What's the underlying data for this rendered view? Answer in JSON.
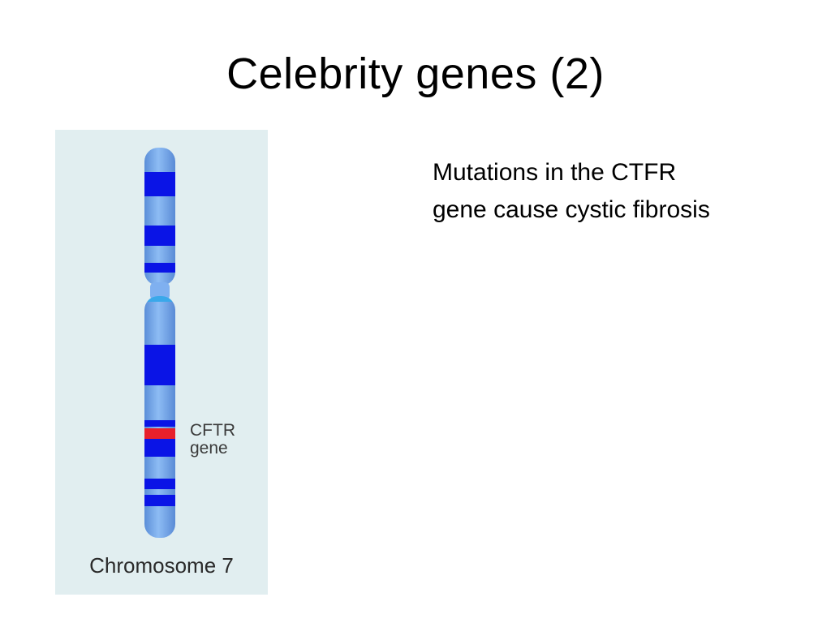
{
  "slide": {
    "title": "Celebrity genes (2)",
    "body_lines": [
      "Mutations in the CTFR",
      "gene cause cystic fibrosis"
    ]
  },
  "figure": {
    "caption": "Chromosome 7",
    "gene_label_lines": [
      "CFTR",
      "gene"
    ],
    "colors": {
      "panel_background": "#e1eef0",
      "chromosome_light": "#7fb0f0",
      "band_dark": "#0a14e6",
      "gene_marker": "#e8202c",
      "centromere": "#3aa8ea"
    }
  }
}
